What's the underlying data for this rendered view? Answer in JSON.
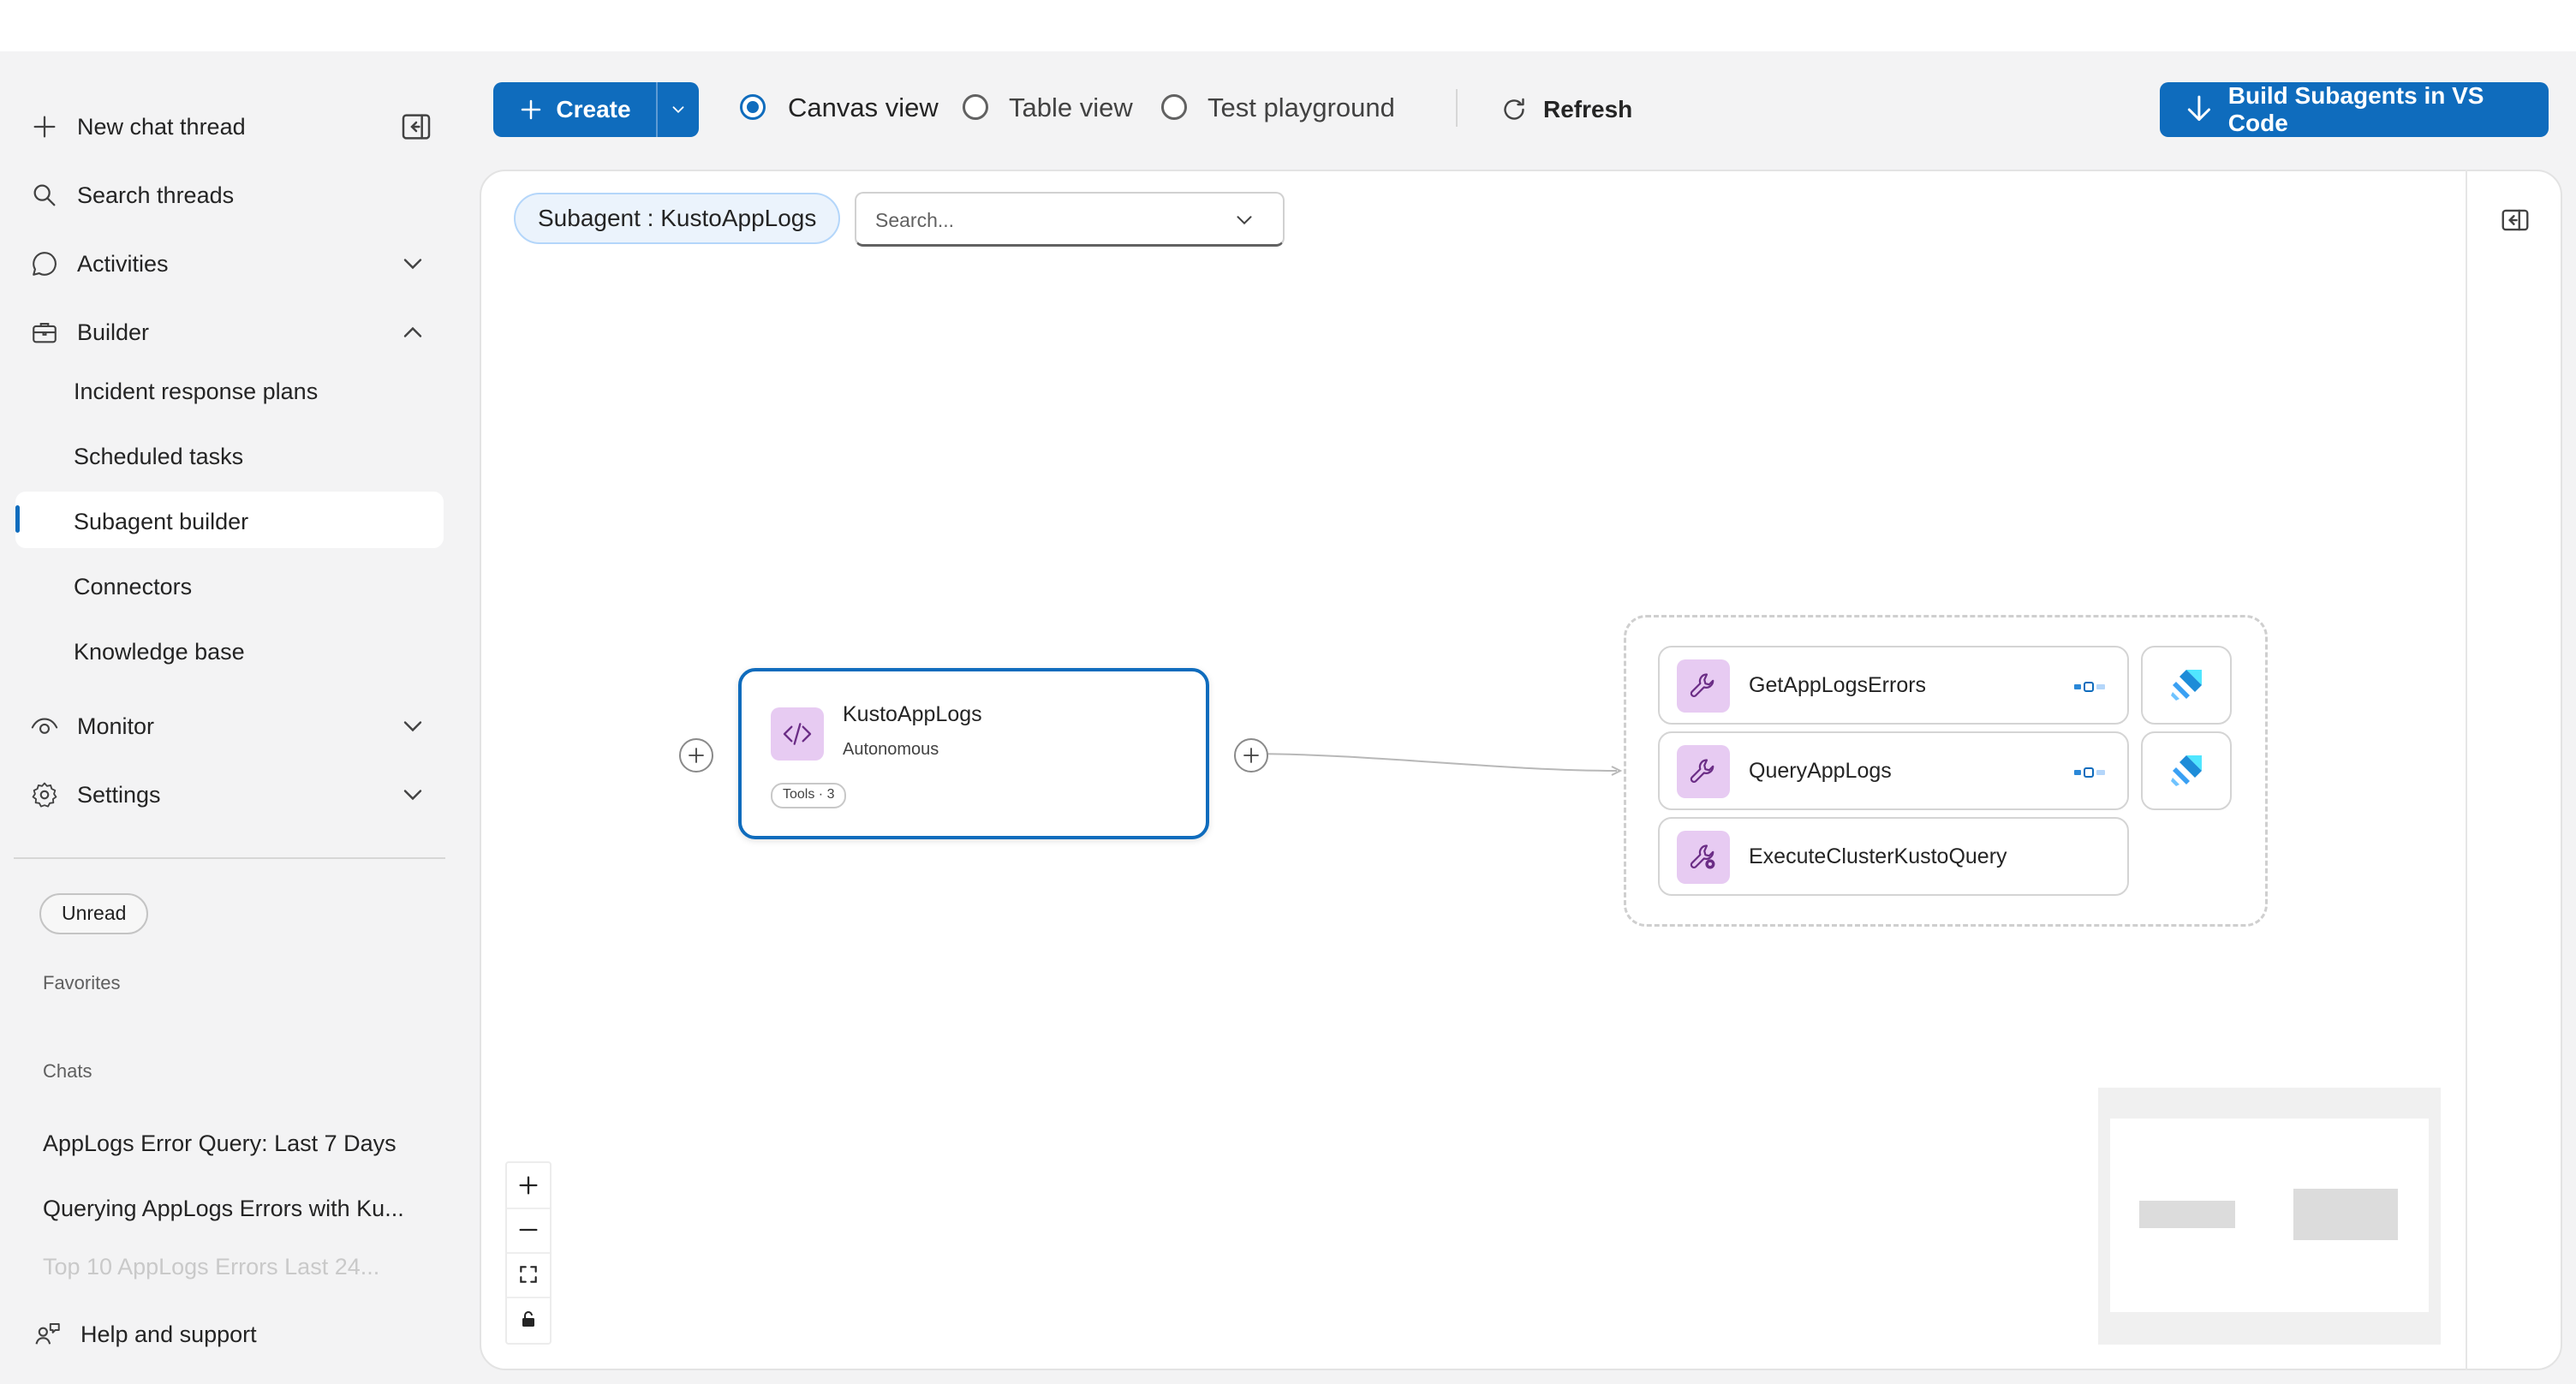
{
  "sidebar": {
    "new_chat": "New chat thread",
    "search_threads": "Search threads",
    "activities": "Activities",
    "builder": "Builder",
    "builder_items": [
      "Incident response plans",
      "Scheduled tasks",
      "Subagent builder",
      "Connectors",
      "Knowledge base"
    ],
    "active_item": "Subagent builder",
    "monitor": "Monitor",
    "settings": "Settings",
    "filter_unread": "Unread",
    "favorites_label": "Favorites",
    "chats_label": "Chats",
    "chats": [
      "AppLogs Error Query: Last 7 Days",
      "Querying AppLogs Errors with Ku...",
      "Top 10 AppLogs Errors Last 24..."
    ],
    "help": "Help and support"
  },
  "toolbar": {
    "create_label": "Create",
    "views": [
      "Canvas view",
      "Table view",
      "Test playground"
    ],
    "selected_view": "Canvas view",
    "refresh_label": "Refresh",
    "build_label": "Build Subagents in VS Code"
  },
  "canvas": {
    "subagent_chip": "Subagent : KustoAppLogs",
    "search_placeholder": "Search...",
    "agent": {
      "name": "KustoAppLogs",
      "mode": "Autonomous",
      "tools_badge": "Tools · 3"
    },
    "tools": [
      "GetAppLogsErrors",
      "QueryAppLogs",
      "ExecuteClusterKustoQuery"
    ]
  },
  "colors": {
    "accent": "#0f6cbd",
    "icon_bg": "#e7cbf2",
    "icon_fg": "#6b2d86"
  }
}
